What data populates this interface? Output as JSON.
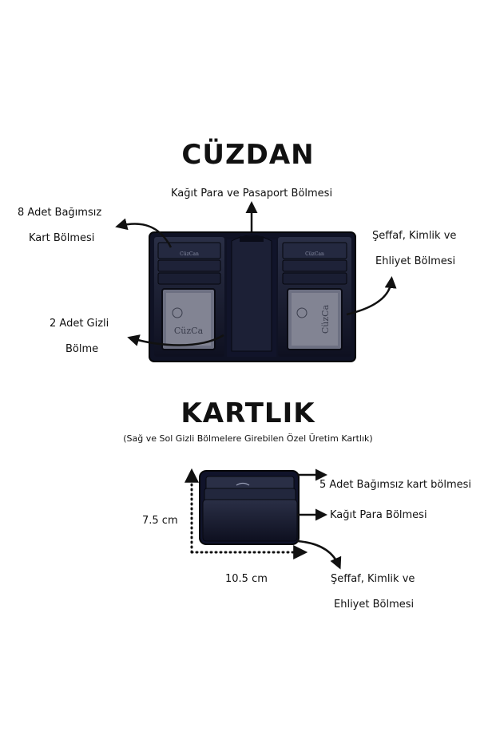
{
  "wallet_section": {
    "title": "CÜZDAN",
    "top_label": "Kağıt Para ve Pasaport Bölmesi",
    "left_top_label_line1": "8 Adet Bağımsız",
    "left_top_label_line2": "Kart Bölmesi",
    "right_label_line1": "Şeffaf, Kimlik ve",
    "right_label_line2": "Ehliyet Bölmesi",
    "left_bottom_label_line1": "2 Adet Gizli",
    "left_bottom_label_line2": "Bölme",
    "brand_left": "CüzCan",
    "brand_right": "CüzCan",
    "window_text_left": "CüzCa",
    "window_text_right": "CüzCa"
  },
  "card_section": {
    "title": "KARTLIK",
    "subtitle": "(Sağ ve Sol Gizli Bölmelere Girebilen Özel Üretim Kartlık)",
    "height_label": "7.5 cm",
    "width_label": "10.5 cm",
    "slots_label": "5 Adet Bağımsız kart bölmesi",
    "money_label": "Kağıt Para Bölmesi",
    "clear_label_line1": "Şeffaf, Kimlik ve",
    "clear_label_line2": "Ehliyet Bölmesi"
  },
  "colors": {
    "leather": "#14172a",
    "leather_light": "#2a2f46",
    "arrow": "#111111",
    "dots": "#111111"
  }
}
